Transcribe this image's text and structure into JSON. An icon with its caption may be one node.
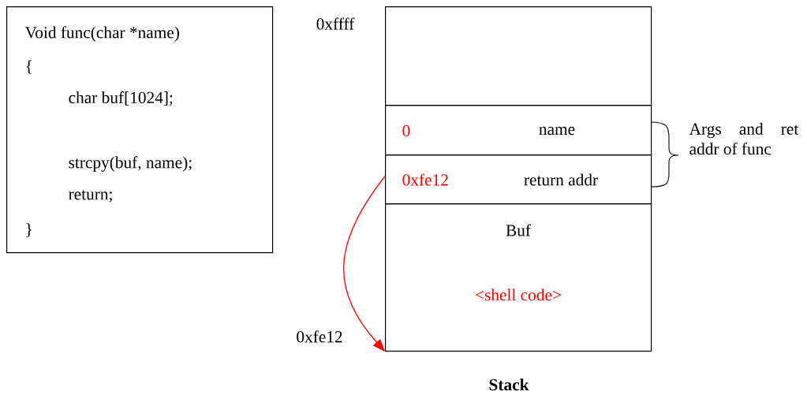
{
  "diagram": {
    "nodes": [
      {
        "text": [
          "Void func(char *name)",
          "{",
          "char buf[1024];",
          "strcpy(buf, name);",
          "return;",
          "}"
        ]
      },
      {
        "text": [],
        "shape": "box"
      },
      {
        "text": [
          "0",
          "name"
        ]
      },
      {
        "text": [
          "0xfe12",
          "return addr"
        ]
      },
      {
        "text": [
          "Buf",
          "<shell code>"
        ]
      }
    ],
    "edges": [
      {
        "from": 3,
        "to": 4,
        "arrow": "to",
        "color": "#ff0000"
      }
    ],
    "labels": [
      "0xffff",
      "Args and ret addr of func",
      "0xfe12",
      "Stack"
    ]
  }
}
